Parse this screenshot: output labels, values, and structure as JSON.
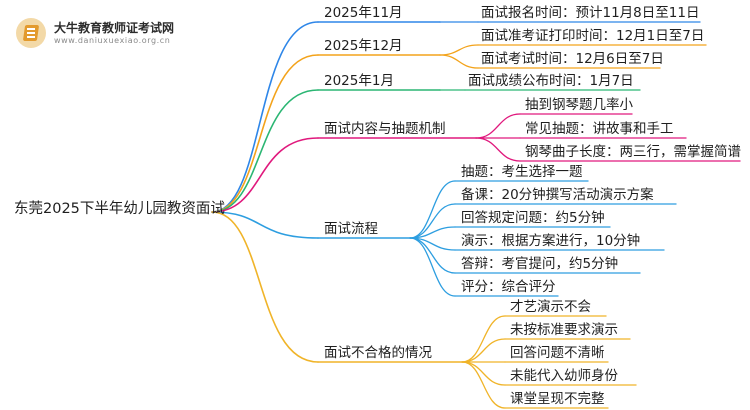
{
  "logo": {
    "name": "大牛教育教师证考试网",
    "url": "www.daniuxuexiao.org.cn",
    "icon": "book-icon"
  },
  "colors": {
    "blue": "#2e86e8",
    "orange": "#f3a31b",
    "green": "#2bb673",
    "magenta": "#e0197d",
    "lightblue": "#2d9ee0",
    "gold": "#f0b429"
  },
  "mindmap": {
    "root": "东莞2025下半年幼儿园教资面试",
    "branches": [
      {
        "label": "2025年11月",
        "color": "blue",
        "children": [
          "面试报名时间：预计11月8日至11日"
        ]
      },
      {
        "label": "2025年12月",
        "color": "orange",
        "children": [
          "面试准考证打印时间：12月1日至7日",
          "面试考试时间：12月6日至7日"
        ]
      },
      {
        "label": "2025年1月",
        "color": "green",
        "children": [
          "面试成绩公布时间：1月7日"
        ]
      },
      {
        "label": "面试内容与抽题机制",
        "color": "magenta",
        "children": [
          "抽到钢琴题几率小",
          "常见抽题：讲故事和手工",
          "钢琴曲子长度：两三行，需掌握简谱"
        ]
      },
      {
        "label": "面试流程",
        "color": "lightblue",
        "children": [
          "抽题：考生选择一题",
          "备课：20分钟撰写活动演示方案",
          "回答规定问题：约5分钟",
          "演示：根据方案进行，10分钟",
          "答辩：考官提问，约5分钟",
          "评分：综合评分"
        ]
      },
      {
        "label": "面试不合格的情况",
        "color": "gold",
        "children": [
          "才艺演示不会",
          "未按标准要求演示",
          "回答问题不清晰",
          "未能代入幼师身份",
          "课堂呈现不完整"
        ]
      }
    ]
  }
}
